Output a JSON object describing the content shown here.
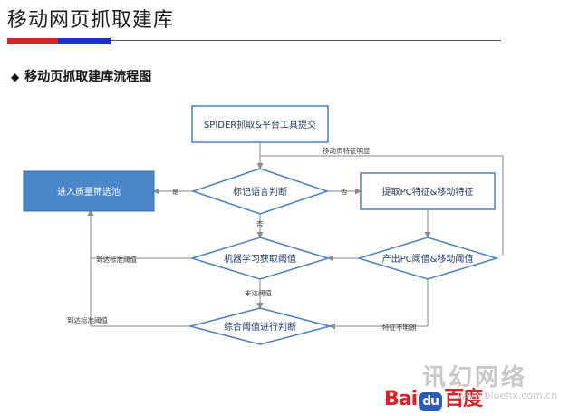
{
  "slide": {
    "title": "移动网页抓取建库",
    "heading": "移动页抓取建库流程图",
    "bullet_symbol": "◆"
  },
  "diagram": {
    "nodes": {
      "spider_submit": "SPIDER抓取&平台工具提交",
      "lang_detect": "标记语言判断",
      "quality_pool": "进入质量筛选池",
      "extract_features": "提取PC特征&移动特征",
      "ml_threshold": "机器学习获取阈值",
      "pc_mobile_threshold": "产出PC阈值&移动阈值",
      "combined_judge": "综合阈值进行判断"
    },
    "edges": {
      "mobile_declare": "移动页特征明显",
      "yes": "是",
      "no": "否",
      "no2": "否",
      "reach_threshold_1": "到达标准阈值",
      "not_reach": "未达阈值",
      "reach_threshold_2": "到达标准阈值",
      "feature_unclear": "特征不明朗"
    }
  },
  "watermark": {
    "logo_part1": "Bai",
    "logo_part2": "du",
    "logo_part3": "百度",
    "brand": "讯幻网络",
    "url": "www.bluefix.com.cn"
  },
  "colors": {
    "node_fill": "#ffffff",
    "node_stroke": "#4a7fc1",
    "pool_fill": "#4a86c8",
    "edge": "#8a8a8a",
    "accent_red": "#d8232a",
    "accent_blue": "#1d2fd6"
  }
}
